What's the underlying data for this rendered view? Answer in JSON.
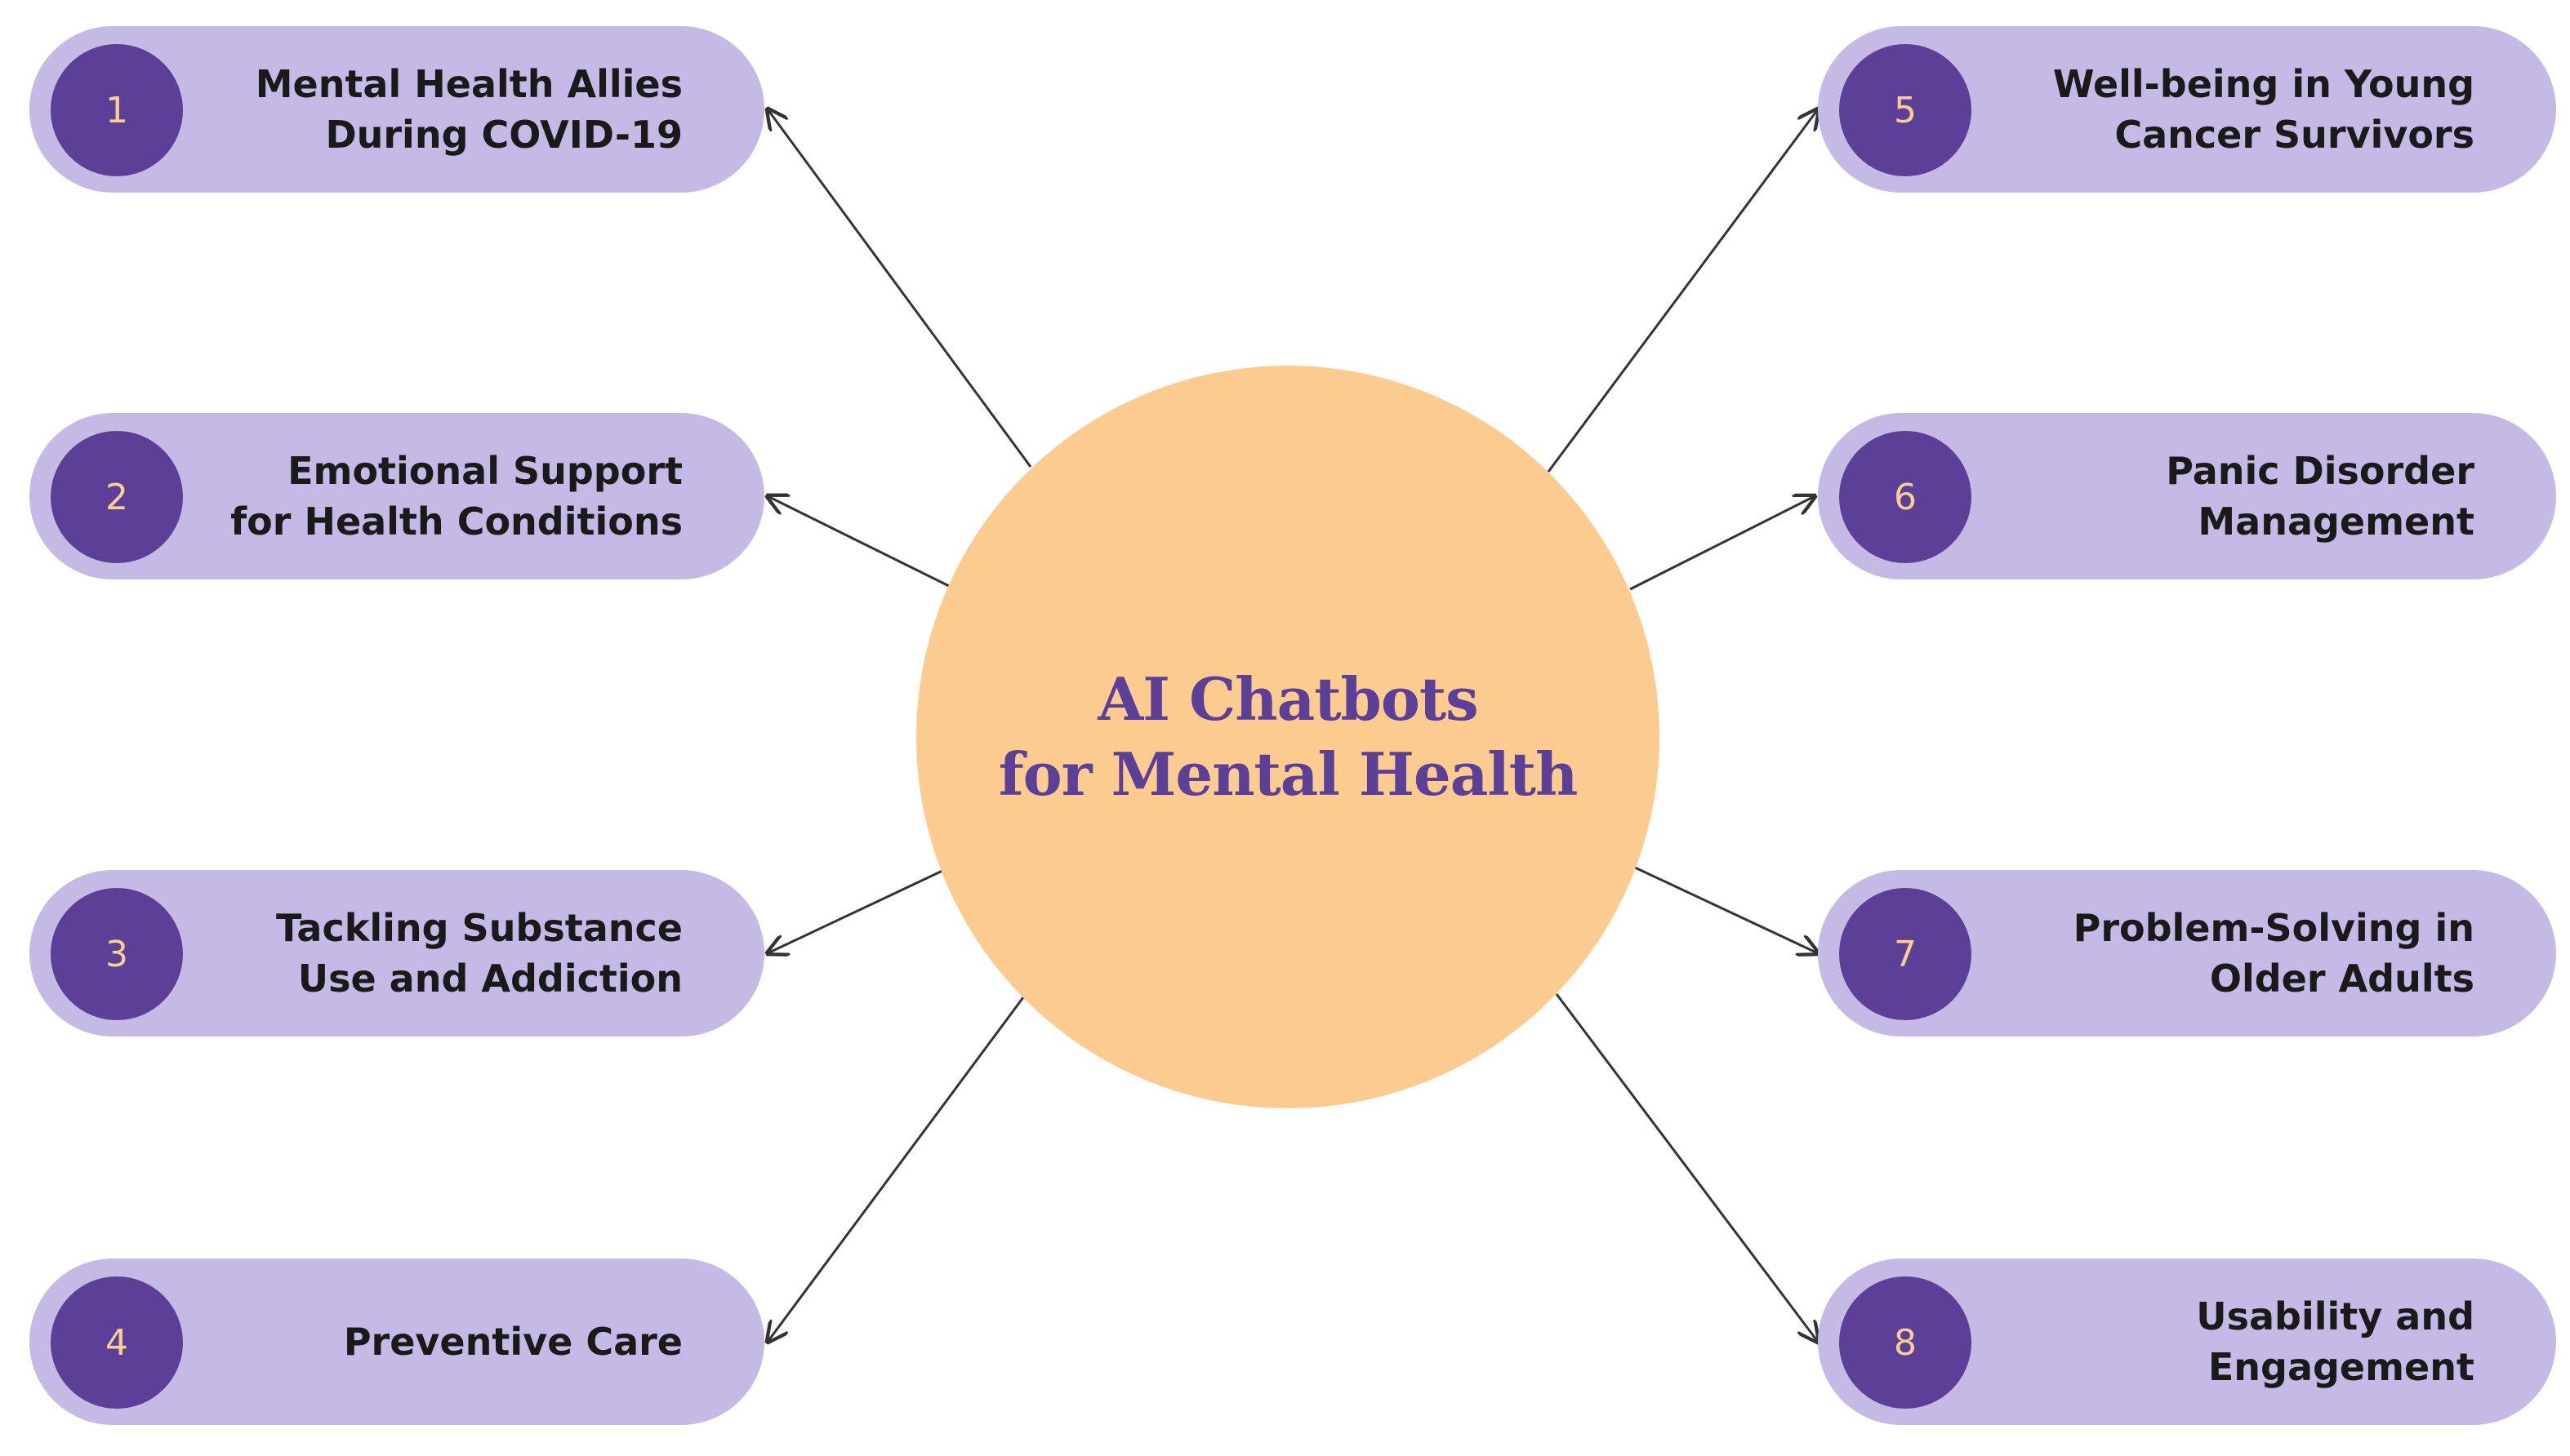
{
  "center": {
    "lines": [
      "AI Chatbots",
      "for Mental Health"
    ]
  },
  "nodes": [
    {
      "number": "1",
      "lines": [
        "Mental Health Allies",
        "During COVID-19"
      ]
    },
    {
      "number": "2",
      "lines": [
        "Emotional Support",
        "for Health Conditions"
      ]
    },
    {
      "number": "3",
      "lines": [
        "Tackling Substance",
        "Use and Addiction"
      ]
    },
    {
      "number": "4",
      "lines": [
        "Preventive Care"
      ]
    },
    {
      "number": "5",
      "lines": [
        "Well-being in Young",
        "Cancer Survivors"
      ]
    },
    {
      "number": "6",
      "lines": [
        "Panic Disorder",
        "Management"
      ]
    },
    {
      "number": "7",
      "lines": [
        "Problem-Solving in",
        "Older Adults"
      ]
    },
    {
      "number": "8",
      "lines": [
        "Usability and",
        "Engagement"
      ]
    }
  ],
  "colors": {
    "center_fill": "#fccb8f",
    "center_text": "#5c3f96",
    "pill_fill": "#c4bae5",
    "badge_fill": "#5c3f96",
    "badge_text": "#f7cf92",
    "label_text": "#1a1a1a",
    "connector": "#333333"
  }
}
